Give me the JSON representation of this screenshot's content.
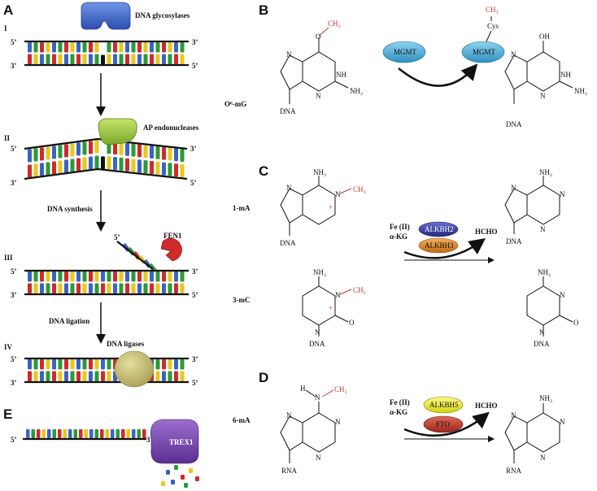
{
  "panels": {
    "A": {
      "letter": "A",
      "steps": [
        "I",
        "II",
        "III",
        "IV"
      ],
      "prime5": "5’",
      "prime3": "3’",
      "glycosylase_label": "DNA glycosylases",
      "ap_label": "AP endonucleases",
      "synthesis_label": "DNA synthesis",
      "fen1_label": "FEN1",
      "ligation_label": "DNA ligation",
      "ligase_label": "DNA ligases"
    },
    "B": {
      "letter": "B",
      "substrate": "O⁶-mG",
      "enzyme": "MGMT",
      "methyl": "CH₃",
      "cys": "Cys",
      "oh": "OH",
      "nh": "NH",
      "nh2": "NH₂",
      "n": "N",
      "o": "O",
      "dna": "DNA"
    },
    "C": {
      "letter": "C",
      "sub1": "1-mA",
      "sub2": "3-mC",
      "cofactor1": "Fe (II)",
      "cofactor2": "α-KG",
      "enzyme1": "ALKBH2",
      "enzyme2": "ALKBH3",
      "product": "HCHO",
      "plus": "+"
    },
    "D": {
      "letter": "D",
      "substrate": "6-mA",
      "cofactor1": "Fe (II)",
      "cofactor2": "α-KG",
      "enzyme1": "ALKBH5",
      "enzyme2": "FTO",
      "product": "HCHO",
      "h": "H",
      "rna": "RNA"
    },
    "E": {
      "letter": "E",
      "enzyme": "TREX1",
      "prime5": "5’",
      "prime3": "3’"
    }
  },
  "colors": {
    "glycosylase": "#3a63c4",
    "ap_endonuclease": "#8fc43a",
    "fen1": "#d02a2a",
    "ligase": "#c9c27a",
    "trex1": "#7b4bb0",
    "mgmt": "#5ab4d9",
    "alkbh2": "#3c3f9a",
    "alkbh3": "#e08a2a",
    "alkbh5": "#eded2a",
    "fto": "#c0392b",
    "methyl": "#c0392b",
    "bases": [
      "#3a63c4",
      "#2a9a3a",
      "#d02a2a",
      "#e8c81a"
    ]
  }
}
